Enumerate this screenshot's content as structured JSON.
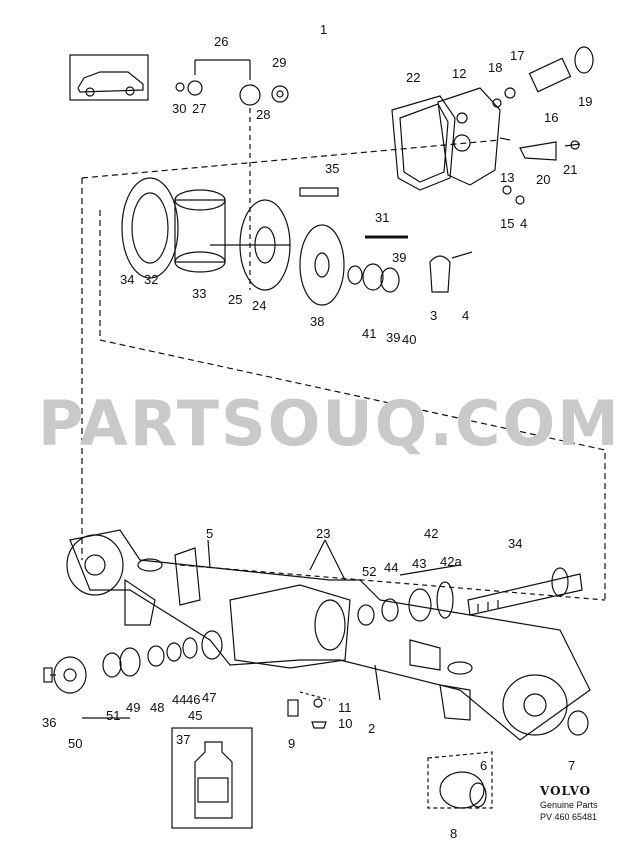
{
  "diagram": {
    "labels": [
      "1",
      "26",
      "29",
      "18",
      "17",
      "22",
      "12",
      "19",
      "30",
      "27",
      "28",
      "16",
      "13",
      "20",
      "21",
      "35",
      "15",
      "4",
      "31",
      "39",
      "34",
      "32",
      "33",
      "25",
      "24",
      "38",
      "41",
      "39",
      "40",
      "3",
      "4",
      "23",
      "42",
      "5",
      "42a",
      "52",
      "44",
      "43",
      "34",
      "11",
      "10",
      "2",
      "9",
      "37",
      "45",
      "36",
      "51",
      "49",
      "48",
      "44",
      "46",
      "47",
      "50",
      "6",
      "7",
      "8"
    ],
    "watermark": "PARTSOUQ.COM",
    "brand": {
      "name": "VOLVO",
      "tagline": "Genuine Parts",
      "code": "PV 460 65481"
    },
    "colors": {
      "ink": "#111111",
      "watermark": "#c9c9c9"
    }
  }
}
